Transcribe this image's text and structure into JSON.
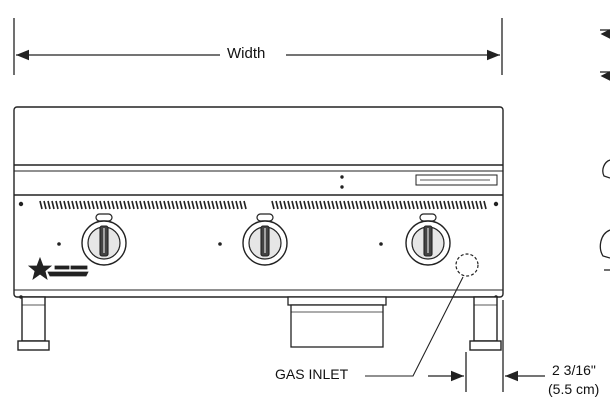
{
  "labels": {
    "width": "Width",
    "gas_inlet": "GAS INLET",
    "offset_imperial": "2 3/16\"",
    "offset_metric": "(5.5 cm)"
  },
  "knobs": [
    {
      "name": "left-burner-knob"
    },
    {
      "name": "center-burner-knob"
    },
    {
      "name": "right-burner-knob"
    }
  ],
  "colors": {
    "line": "#222222",
    "body": "#ffffff",
    "shade": "#cfcfcf"
  }
}
